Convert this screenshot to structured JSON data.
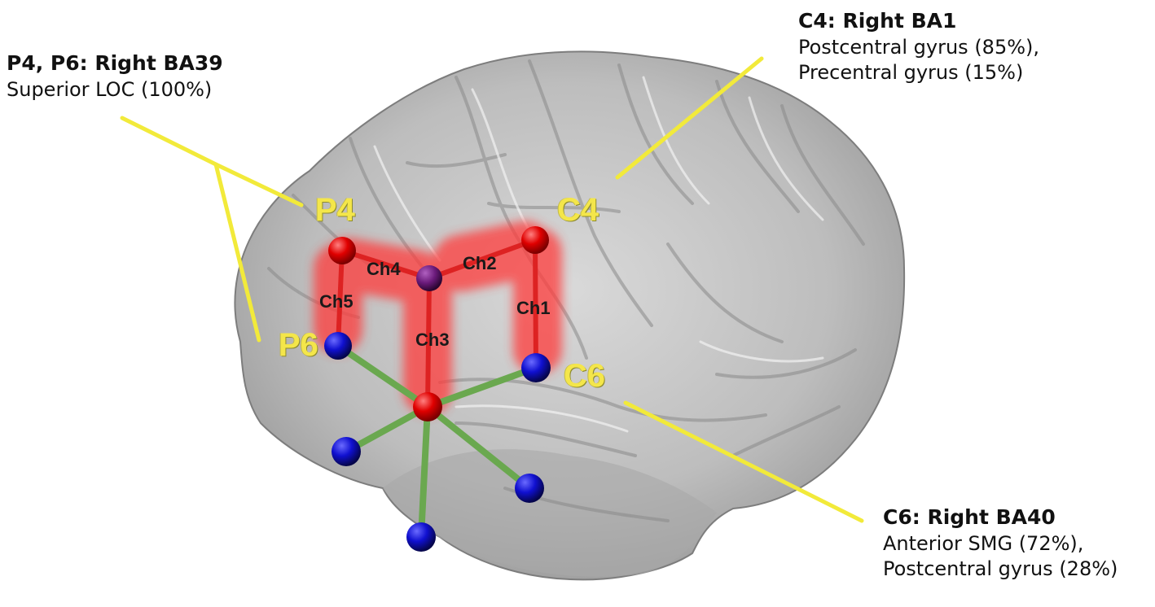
{
  "annotations": {
    "p4p6": {
      "title": "P4, P6: Right BA39",
      "lines": [
        "Superior LOC (100%)"
      ]
    },
    "c4": {
      "title": "C4: Right BA1",
      "lines": [
        "Postcentral gyrus (85%),",
        "Precentral gyrus (15%)"
      ]
    },
    "c6": {
      "title": "C6: Right BA40",
      "lines": [
        "Anterior SMG (72%),",
        "Postcentral gyrus (28%)"
      ]
    }
  },
  "electrodes": {
    "p4": "P4",
    "p6": "P6",
    "c4": "C4",
    "c6": "C6"
  },
  "channels": {
    "ch1": "Ch1",
    "ch2": "Ch2",
    "ch3": "Ch3",
    "ch4": "Ch4",
    "ch5": "Ch5"
  },
  "colors": {
    "source": "#e00000",
    "detector": "#1010d0",
    "midpoint": "#6a1a7a",
    "channel_glow": "#ff3a3a",
    "short_link": "#6aa84f",
    "leader_line": "#f2ea3a",
    "label_yellow": "#f4e64a"
  }
}
